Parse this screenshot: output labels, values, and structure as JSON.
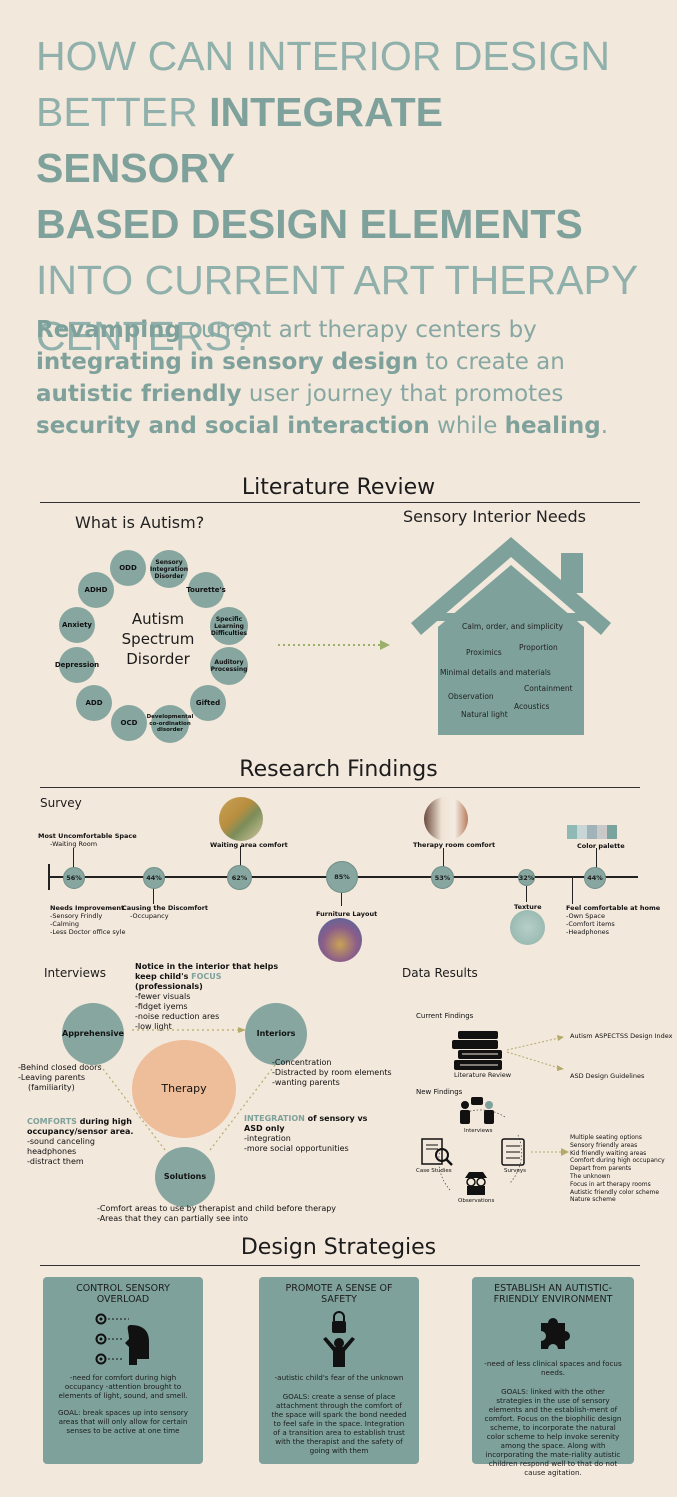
{
  "headline": {
    "line1": "HOW CAN INTERIOR DESIGN",
    "line2_light": "BETTER ",
    "line2_bold": "INTEGRATE SENSORY",
    "line3_bold": "BASED DESIGN ELEMENTS",
    "line4": "INTO CURRENT ART THERAPY",
    "line5": "CENTERS?"
  },
  "subhead": {
    "b1": "Revamping",
    "t1": " current art therapy centers by ",
    "b2": "integrating in sensory design",
    "t2": " to create an ",
    "b3": "autistic friendly",
    "t3": " user journey that promotes ",
    "b4": "security and social interaction",
    "t4": " while ",
    "b5": "healing",
    "t5": "."
  },
  "literature": {
    "title": "Literature Review",
    "autism_title": "What is Autism?",
    "center_label": [
      "Autism",
      "Spectrum",
      "Disorder"
    ],
    "ring": [
      "ODD",
      "Sensory Integration Disorder",
      "Tourette's",
      "Specific Learning Difficulties",
      "Auditory Processing",
      "Gifted",
      "Developmental co-ordination disorder",
      "OCD",
      "ADD",
      "Depression",
      "Anxiety",
      "ADHD"
    ],
    "sensory_title": "Sensory Interior Needs",
    "needs": [
      "Calm, order, and simplicity",
      "Proximics",
      "Proportion",
      "Minimal details and materials",
      "Containment",
      "Observation",
      "Acoustics",
      "Natural light"
    ]
  },
  "research": {
    "title": "Research Findings",
    "survey_title": "Survey",
    "timeline_pcts": [
      "56%",
      "44%",
      "62%",
      "85%",
      "53%",
      "32%",
      "44%"
    ],
    "above_1_title": "Most Uncomfortable Space",
    "above_1_item": "-Waiting Room",
    "below_1_title": "Needs Improvement",
    "below_1_items": [
      "-Sensory Frindly",
      "-Calming",
      "-Less Doctor office syle"
    ],
    "below_2_title": "Causing the Discomfort",
    "below_2_items": [
      "-Occupancy"
    ],
    "above_3": "Waiting area comfort",
    "below_4": "Furniture Layout",
    "above_5": "Therapy room comfort",
    "below_6": "Texture",
    "above_7": "Color palette",
    "below_7_title": "Feel comfortable at home",
    "below_7_items": [
      "-Own Space",
      "-Comfort items",
      "-Headphones"
    ],
    "palette": [
      "#8fb9b5",
      "#c8d6d8",
      "#9fb3b8",
      "#c9c9c9",
      "#7aa39d"
    ]
  },
  "interviews": {
    "title": "Interviews",
    "notice_title_a": "Notice in the interior that helps keep child's ",
    "notice_focus": "FOCUS",
    "notice_title_b": " (professionals)",
    "notice_items": [
      "-fewer visuals",
      "-fidget iyems",
      "-noise reduction ares",
      "-low light"
    ],
    "apprehensive": "Apprehensive",
    "interiors": "Interiors",
    "therapy": "Therapy",
    "solutions": "Solutions",
    "apprehensive_items": [
      "-Behind closed doors",
      "-Leaving parents",
      "(familiarity)"
    ],
    "interiors_items": [
      "-Concentration",
      "-Distracted by room elements",
      "-wanting parents"
    ],
    "comforts_word": "COMFORTS",
    "comforts_rest": " during high occupancy/sensor area.",
    "comforts_items": [
      "-sound canceling headphones",
      "-distract them"
    ],
    "integration_word": "INTEGRATION",
    "integration_rest": " of sensory vs ASD only",
    "integration_items": [
      "-integration",
      "-more social opportunities"
    ],
    "solutions_items": [
      "-Comfort areas to use by therapist and child before therapy",
      "-Areas that they can partially see into"
    ]
  },
  "data_results": {
    "title": "Data Results",
    "current": "Current Findings",
    "lit_review": "Literature Review",
    "aspectss": "Autism ASPECTSS Design Index",
    "asd": "ASD Design Guidelines",
    "new": "New Findings",
    "interviews": "Interviews",
    "case_studies": "Case Studies",
    "surveys": "Surveys",
    "observations": "Observations",
    "list": [
      "Multiple seating options",
      "Sensory friendly areas",
      "Kid friendly waiting areas",
      "Comfort during high occupancy",
      "Depart from parents",
      "The unknown",
      "Focus in art therapy rooms",
      "Autistic friendly color scheme",
      "Nature scheme"
    ]
  },
  "strategies": {
    "title": "Design Strategies",
    "cards": [
      {
        "title": "CONTROL SENSORY OVERLOAD",
        "text1": "-need for comfort during high occupancy -attention brought to elements of light, sound, and smell.",
        "text2": "GOAL: break spaces up into sensory areas that will only allow for certain senses to be active at one time"
      },
      {
        "title": "PROMOTE A SENSE OF SAFETY",
        "text1": "-autistic child's fear of the unknown",
        "text2": "GOALS: create a sense of place attachment through the comfort of the space will spark the bond needed to feel safe in the space. Integration of a transition area to establish trust with the therapist and the safety of going with them"
      },
      {
        "title": "ESTABLISH AN AUTISTIC-FRIENDLY ENVIRONMENT",
        "text1": "-need of less clinical spaces and focus needs.",
        "text2": "GOALS: linked with the other strategies in the use of sensory elements and the establish-ment of comfort. Focus on the biophilic design scheme, to incorporate the natural color scheme to help invoke serenity among the space. Along with incorporating the mate-riality autistic children respond well to that do not cause agitation."
      }
    ]
  }
}
